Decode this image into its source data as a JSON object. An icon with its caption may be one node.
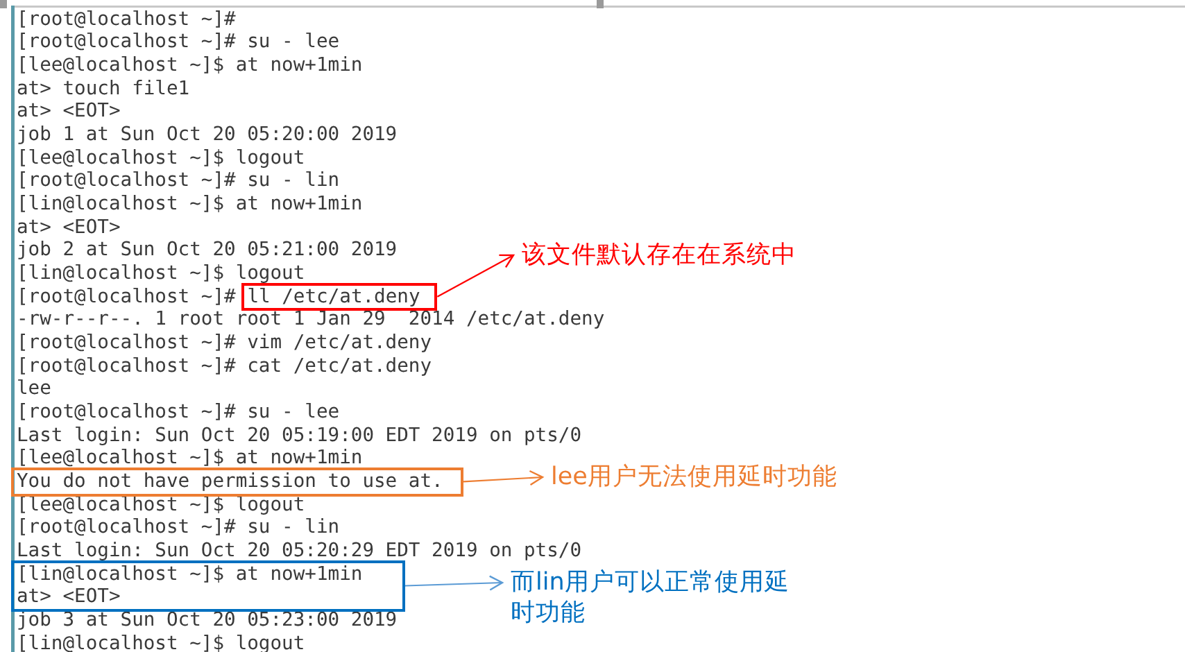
{
  "diagram": {
    "nodes": [
      {
        "text": [
          "ll /etc/at.deny"
        ]
      },
      {
        "text": [
          "该文件默认存在在系统中"
        ]
      },
      {
        "text": [
          "You do not have permission to use at."
        ]
      },
      {
        "text": [
          "lee用户无法使用延时功能"
        ]
      },
      {
        "text": [
          "[lin@localhost ~]$ at now+1min",
          "at> <EOT>"
        ]
      },
      {
        "text": [
          "而lin用户可以正常使用延时功能"
        ]
      }
    ],
    "edges": [
      {
        "from": 0,
        "to": 1,
        "arrow": "to",
        "color": "#ff0000"
      },
      {
        "from": 2,
        "to": 3,
        "arrow": "to",
        "color": "#ed7d31"
      },
      {
        "from": 4,
        "to": 5,
        "arrow": "to",
        "color": "#5b9bd5"
      }
    ],
    "labels": [
      "[root@localhost ~]#",
      "[root@localhost ~]# su - lee",
      "[lee@localhost ~]$ at now+1min",
      "at> touch file1",
      "at> <EOT>",
      "job 1 at Sun Oct 20 05:20:00 2019",
      "[lee@localhost ~]$ logout",
      "[root@localhost ~]# su - lin",
      "[lin@localhost ~]$ at now+1min",
      "at> <EOT>",
      "job 2 at Sun Oct 20 05:21:00 2019",
      "[lin@localhost ~]$ logout",
      "[root@localhost ~]#",
      "-rw-r--r--. 1 root root 1 Jan 29  2014 /etc/at.deny",
      "[root@localhost ~]# vim /etc/at.deny",
      "[root@localhost ~]# cat /etc/at.deny",
      "lee",
      "[root@localhost ~]# su - lee",
      "Last login: Sun Oct 20 05:19:00 EDT 2019 on pts/0",
      "[lee@localhost ~]$ at now+1min",
      "[lee@localhost ~]$ logout",
      "[root@localhost ~]# su - lin",
      "Last login: Sun Oct 20 05:20:29 EDT 2019 on pts/0",
      "job 3 at Sun Oct 20 05:23:00 2019",
      "[lin@localhost ~]$ logout"
    ]
  }
}
